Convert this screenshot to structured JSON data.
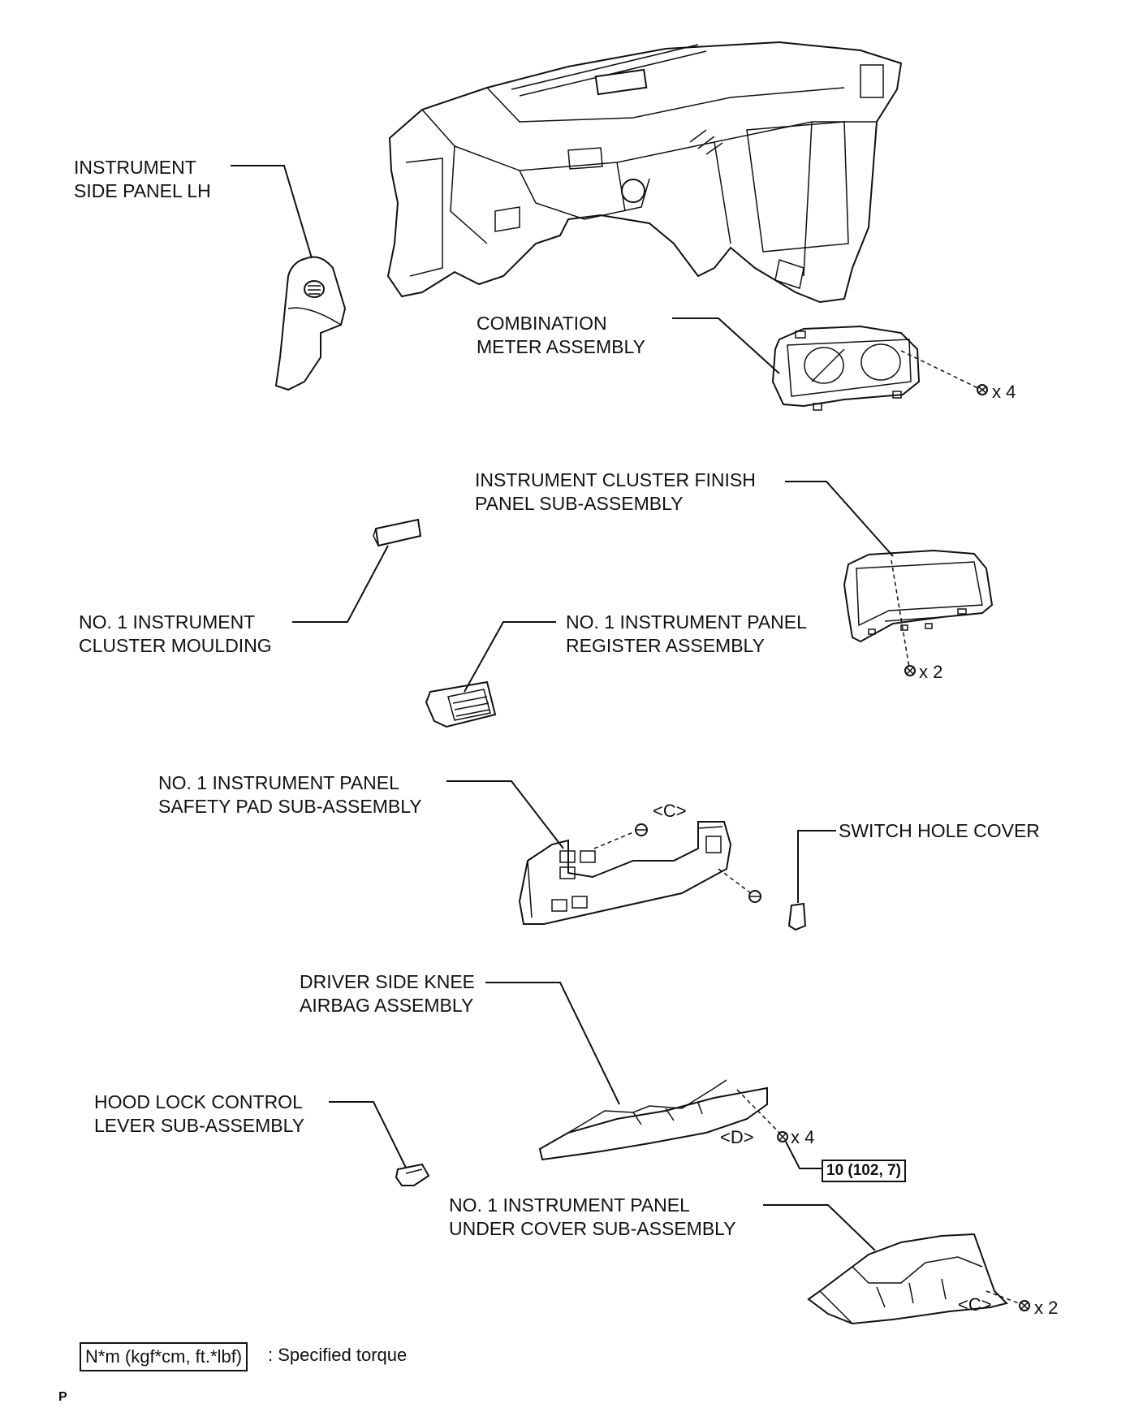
{
  "labels": {
    "side_panel": [
      "INSTRUMENT",
      "SIDE PANEL LH"
    ],
    "combination_meter": [
      "COMBINATION",
      "METER ASSEMBLY"
    ],
    "finish_panel": [
      "INSTRUMENT CLUSTER FINISH",
      "PANEL SUB-ASSEMBLY"
    ],
    "cluster_moulding": [
      "NO. 1 INSTRUMENT",
      "CLUSTER MOULDING"
    ],
    "register": [
      "NO. 1 INSTRUMENT PANEL",
      "REGISTER ASSEMBLY"
    ],
    "safety_pad": [
      "NO. 1 INSTRUMENT PANEL",
      "SAFETY PAD SUB-ASSEMBLY"
    ],
    "switch_hole_cover": "SWITCH HOLE COVER",
    "knee_airbag": [
      "DRIVER SIDE KNEE",
      "AIRBAG ASSEMBLY"
    ],
    "hood_lock_lever": [
      "HOOD LOCK CONTROL",
      "LEVER SUB-ASSEMBLY"
    ],
    "under_cover": [
      "NO. 1 INSTRUMENT PANEL",
      "UNDER COVER SUB-ASSEMBLY"
    ]
  },
  "fastener_counts": {
    "meter": "x 4",
    "finish_panel": "x 2",
    "knee_airbag": "x 4",
    "under_cover": "x 2"
  },
  "callouts": {
    "c_safety_pad": "<C>",
    "d_knee_airbag": "<D>",
    "c_under_cover": "<C>"
  },
  "torque_value": "10 (102, 7)",
  "legend": {
    "box": "N*m (kgf*cm, ft.*lbf)",
    "text": ": Specified torque"
  },
  "page_marker": "P"
}
